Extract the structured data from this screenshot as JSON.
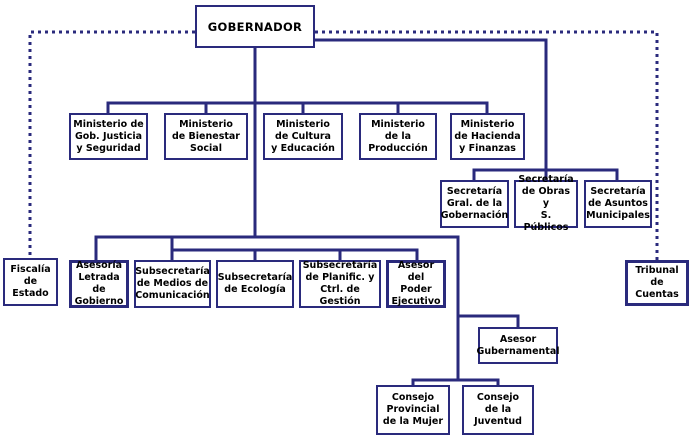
{
  "colors": {
    "line": "#2a2a7c",
    "box_border": "#2a2a7c",
    "text": "#000000",
    "background": "#ffffff"
  },
  "nodes": {
    "gobernador": "GOBERNADOR",
    "min_gob": "Ministerio de\nGob. Justicia\ny Seguridad",
    "min_bienestar": "Ministerio\nde Bienestar\nSocial",
    "min_cultura": "Ministerio\nde Cultura\ny Educación",
    "min_produccion": "Ministerio\nde la\nProducción",
    "min_hacienda": "Ministerio\nde Hacienda\ny Finanzas",
    "sec_gral": "Secretaría\nGral. de la\nGobernación",
    "sec_obras": "Secretaría\nde Obras y\nS. Públicos",
    "sec_municipales": "Secretaría\nde Asuntos\nMunicipales",
    "fiscalia": "Fiscalía\nde Estado",
    "asesoria_letrada": "Asesoría\nLetrada de\nGobierno",
    "subsec_medios": "Subsecretaría\nde Medios de\nComunicación",
    "subsec_ecologia": "Subsecretaría\nde Ecología",
    "subsec_planific": "Subsecretaría\nde Planific. y\nCtrl. de Gestión",
    "asesor_poder": "Asesor\ndel Poder\nEjecutivo",
    "tribunal": "Tribunal\nde Cuentas",
    "asesor_gubernamental": "Asesor\nGubernamental",
    "consejo_mujer": "Consejo\nProvincial\nde la Mujer",
    "consejo_juventud": "Consejo\nde la\nJuventud"
  }
}
